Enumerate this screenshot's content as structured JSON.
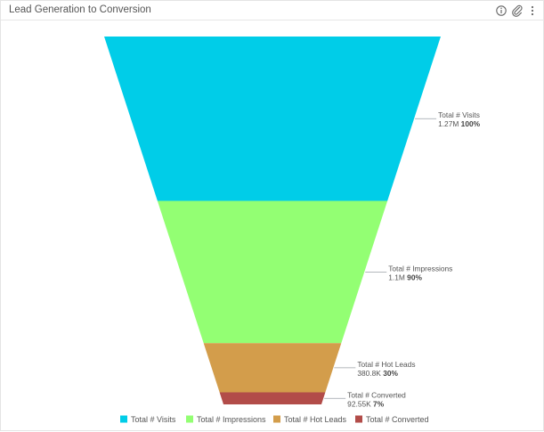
{
  "widget": {
    "title": "Lead Generation to Conversion",
    "icons": [
      "info-icon",
      "paperclip-icon",
      "more-vertical-icon"
    ]
  },
  "chart_data": {
    "type": "funnel",
    "title": "Lead Generation to Conversion",
    "stages": [
      {
        "name": "Total # Visits",
        "value_label": "1.27M",
        "value": 1270000,
        "percent_label": "100%",
        "percent": 100,
        "color": "#00cde8"
      },
      {
        "name": "Total # Impressions",
        "value_label": "1.1M",
        "value": 1100000,
        "percent_label": "90%",
        "percent": 90,
        "color": "#93ff73"
      },
      {
        "name": "Total # Hot Leads",
        "value_label": "380.8K",
        "value": 380800,
        "percent_label": "30%",
        "percent": 30,
        "color": "#d39d4b"
      },
      {
        "name": "Total # Converted",
        "value_label": "92.55K",
        "value": 92550,
        "percent_label": "7%",
        "percent": 7,
        "color": "#b24c49"
      }
    ],
    "legend": {
      "position": "bottom"
    }
  }
}
